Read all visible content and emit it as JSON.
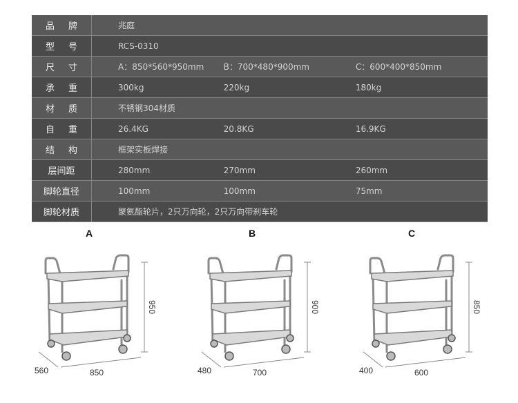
{
  "spec_rows": [
    {
      "label": "品牌",
      "values": [
        "兆庭"
      ]
    },
    {
      "label": "型号",
      "values": [
        "RCS-0310"
      ]
    },
    {
      "label": "尺寸",
      "values": [
        "A：850*560*950mm",
        "B：700*480*900mm",
        "C：600*400*850mm"
      ]
    },
    {
      "label": "承重",
      "values": [
        "300kg",
        "220kg",
        "180kg"
      ]
    },
    {
      "label": "材质",
      "values": [
        "不锈钢304材质"
      ]
    },
    {
      "label": "自重",
      "values": [
        "26.4KG",
        "20.8KG",
        "16.9KG"
      ]
    },
    {
      "label": "结构",
      "values": [
        "框架实板焊接"
      ]
    },
    {
      "label": "层间距",
      "values": [
        "280mm",
        "270mm",
        "260mm"
      ]
    },
    {
      "label": "脚轮直径",
      "values": [
        "100mm",
        "100mm",
        "75mm"
      ]
    },
    {
      "label": "脚轮材质",
      "values": [
        "聚氨酯轮片，2只万向轮，2只万向带刹车轮"
      ]
    }
  ],
  "carts": [
    {
      "title": "A",
      "depth": "560",
      "width": "850",
      "height": "950"
    },
    {
      "title": "B",
      "depth": "480",
      "width": "700",
      "height": "900"
    },
    {
      "title": "C",
      "depth": "400",
      "width": "600",
      "height": "850"
    }
  ],
  "colors": {
    "row_light": "#595959",
    "row_dark": "#4a4a4a",
    "divider": "#858585",
    "text": "#d4d4d4"
  },
  "icons": [
    "trolley-cart-icon"
  ]
}
